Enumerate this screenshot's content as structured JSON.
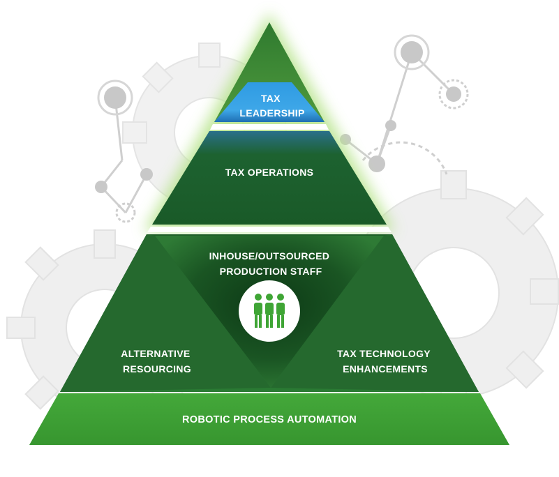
{
  "diagram": {
    "tiers": {
      "tax_leadership": {
        "lines": [
          "TAX",
          "LEADERSHIP"
        ]
      },
      "tax_operations": {
        "lines": [
          "TAX OPERATIONS"
        ]
      },
      "production_staff": {
        "lines": [
          "INHOUSE/OUTSOURCED",
          "PRODUCTION STAFF"
        ],
        "icon": "people-group-icon"
      },
      "alternative_resourcing": {
        "lines": [
          "ALTERNATIVE",
          "RESOURCING"
        ]
      },
      "tax_technology": {
        "lines": [
          "TAX TECHNOLOGY",
          "ENHANCEMENTS"
        ]
      },
      "robotic_process_automation": {
        "lines": [
          "ROBOTIC PROCESS AUTOMATION"
        ]
      }
    },
    "background_icons": [
      "gear-icon",
      "network-node-icon"
    ],
    "colors": {
      "dark_green": "#1e5c26",
      "mid_green": "#2e7d32",
      "bright_green": "#3fa535",
      "leadership_blue": "#2b8fd6",
      "glow_green": "#b6e38a",
      "gear_gray": "#ececec"
    }
  }
}
